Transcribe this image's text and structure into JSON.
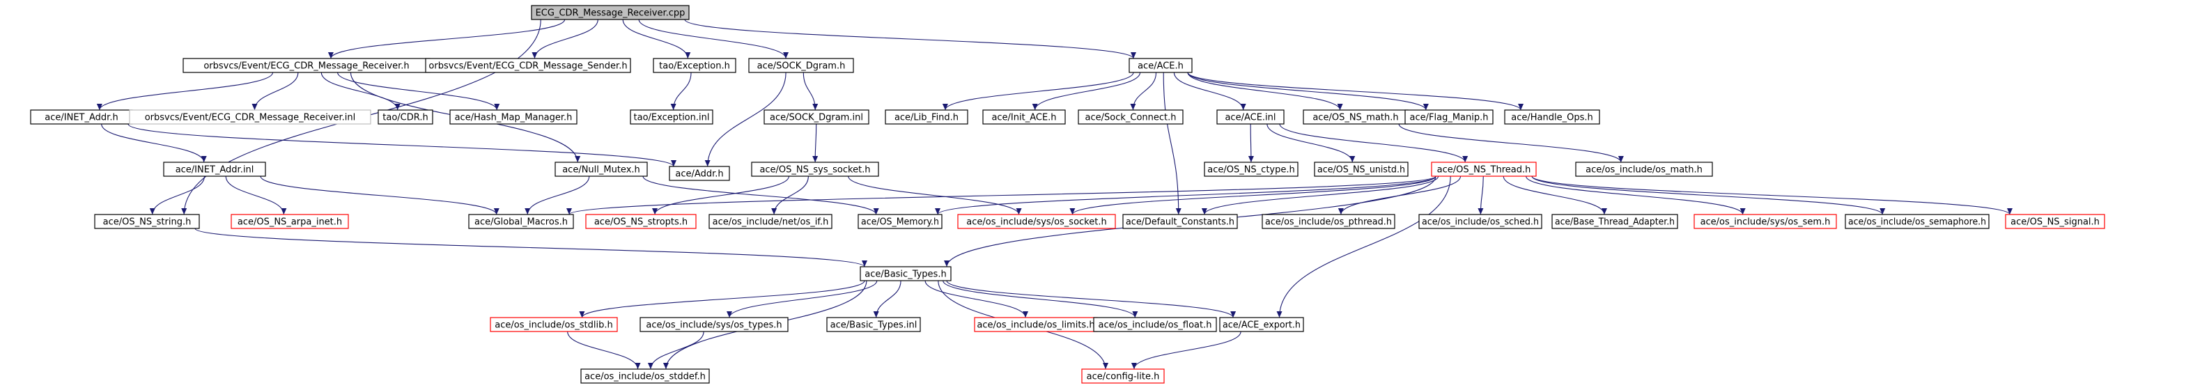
{
  "colors": {
    "background": "#ffffff",
    "edge": "#191970",
    "node_border": "#000000",
    "missing_border": "#ff0000",
    "root_fill": "#bfbfbf",
    "root_border": "#000000",
    "file_fill": "#ffffff",
    "plain_border": "#bfbfbf"
  },
  "nodes": [
    {
      "id": "root",
      "label": "ECG_CDR_Message_Receiver.cpp",
      "style": "root"
    },
    {
      "id": "recvh",
      "label": "orbsvcs/Event/ECG_CDR_Message_Receiver.h",
      "style": "normal"
    },
    {
      "id": "sendh",
      "label": "orbsvcs/Event/ECG_CDR_Message_Sender.h",
      "style": "normal"
    },
    {
      "id": "taoexc",
      "label": "tao/Exception.h",
      "style": "normal"
    },
    {
      "id": "sockdg",
      "label": "ace/SOCK_Dgram.h",
      "style": "normal"
    },
    {
      "id": "aceh",
      "label": "ace/ACE.h",
      "style": "normal"
    },
    {
      "id": "inet",
      "label": "ace/INET_Addr.h",
      "style": "normal"
    },
    {
      "id": "recvinl",
      "label": "orbsvcs/Event/ECG_CDR_Message_Receiver.inl",
      "style": "plain"
    },
    {
      "id": "cdr",
      "label": "tao/CDR.h",
      "style": "normal"
    },
    {
      "id": "hashmap",
      "label": "ace/Hash_Map_Manager.h",
      "style": "normal"
    },
    {
      "id": "taoexcinl",
      "label": "tao/Exception.inl",
      "style": "normal"
    },
    {
      "id": "sockdginl",
      "label": "ace/SOCK_Dgram.inl",
      "style": "normal"
    },
    {
      "id": "libfind",
      "label": "ace/Lib_Find.h",
      "style": "normal"
    },
    {
      "id": "initace",
      "label": "ace/Init_ACE.h",
      "style": "normal"
    },
    {
      "id": "sockconn",
      "label": "ace/Sock_Connect.h",
      "style": "normal"
    },
    {
      "id": "aceinl",
      "label": "ace/ACE.inl",
      "style": "normal"
    },
    {
      "id": "osnsmath",
      "label": "ace/OS_NS_math.h",
      "style": "normal"
    },
    {
      "id": "flagmanip",
      "label": "ace/Flag_Manip.h",
      "style": "normal"
    },
    {
      "id": "handleops",
      "label": "ace/Handle_Ops.h",
      "style": "normal"
    },
    {
      "id": "inetinl",
      "label": "ace/INET_Addr.inl",
      "style": "normal"
    },
    {
      "id": "nullmutex",
      "label": "ace/Null_Mutex.h",
      "style": "normal"
    },
    {
      "id": "addr",
      "label": "ace/Addr.h",
      "style": "normal"
    },
    {
      "id": "sockdgsys",
      "label": "ace/OS_NS_sys_socket.h",
      "style": "normal"
    },
    {
      "id": "ctype",
      "label": "ace/OS_NS_ctype.h",
      "style": "normal"
    },
    {
      "id": "unistd",
      "label": "ace/OS_NS_unistd.h",
      "style": "normal"
    },
    {
      "id": "thread",
      "label": "ace/OS_NS_Thread.h",
      "style": "missing"
    },
    {
      "id": "osmath",
      "label": "ace/os_include/os_math.h",
      "style": "normal"
    },
    {
      "id": "osnsstring",
      "label": "ace/OS_NS_string.h",
      "style": "normal"
    },
    {
      "id": "arpainet",
      "label": "ace/OS_NS_arpa_inet.h",
      "style": "missing"
    },
    {
      "id": "globalmacros",
      "label": "ace/Global_Macros.h",
      "style": "normal"
    },
    {
      "id": "stropts",
      "label": "ace/OS_NS_stropts.h",
      "style": "missing"
    },
    {
      "id": "osif",
      "label": "ace/os_include/net/os_if.h",
      "style": "normal"
    },
    {
      "id": "osmemory",
      "label": "ace/OS_Memory.h",
      "style": "normal"
    },
    {
      "id": "syssocket",
      "label": "ace/os_include/sys/os_socket.h",
      "style": "missing"
    },
    {
      "id": "defconst",
      "label": "ace/Default_Constants.h",
      "style": "normal"
    },
    {
      "id": "pthread",
      "label": "ace/os_include/os_pthread.h",
      "style": "normal"
    },
    {
      "id": "sched",
      "label": "ace/os_include/os_sched.h",
      "style": "normal"
    },
    {
      "id": "basethread",
      "label": "ace/Base_Thread_Adapter.h",
      "style": "normal"
    },
    {
      "id": "syssem",
      "label": "ace/os_include/sys/os_sem.h",
      "style": "missing"
    },
    {
      "id": "semaphore",
      "label": "ace/os_include/os_semaphore.h",
      "style": "normal"
    },
    {
      "id": "signal",
      "label": "ace/OS_NS_signal.h",
      "style": "missing"
    },
    {
      "id": "basictypes",
      "label": "ace/Basic_Types.h",
      "style": "normal"
    },
    {
      "id": "stdlib",
      "label": "ace/os_include/os_stdlib.h",
      "style": "missing"
    },
    {
      "id": "systypes",
      "label": "ace/os_include/sys/os_types.h",
      "style": "normal"
    },
    {
      "id": "basictypesinl",
      "label": "ace/Basic_Types.inl",
      "style": "normal"
    },
    {
      "id": "limits",
      "label": "ace/os_include/os_limits.h",
      "style": "missing"
    },
    {
      "id": "float",
      "label": "ace/os_include/os_float.h",
      "style": "normal"
    },
    {
      "id": "aceexport",
      "label": "ace/ACE_export.h",
      "style": "normal"
    },
    {
      "id": "stddef",
      "label": "ace/os_include/os_stddef.h",
      "style": "normal"
    },
    {
      "id": "configlite",
      "label": "ace/config-lite.h",
      "style": "missing"
    }
  ],
  "edges": [
    [
      "root",
      "recvh"
    ],
    [
      "root",
      "sendh"
    ],
    [
      "root",
      "taoexc"
    ],
    [
      "root",
      "sockdg"
    ],
    [
      "root",
      "aceh"
    ],
    [
      "root",
      "osnsstring"
    ],
    [
      "recvh",
      "inet"
    ],
    [
      "recvh",
      "recvinl"
    ],
    [
      "recvh",
      "cdr"
    ],
    [
      "recvh",
      "hashmap"
    ],
    [
      "recvh",
      "nullmutex"
    ],
    [
      "taoexc",
      "taoexcinl"
    ],
    [
      "sockdg",
      "sockdginl"
    ],
    [
      "sockdg",
      "addr"
    ],
    [
      "aceh",
      "libfind"
    ],
    [
      "aceh",
      "initace"
    ],
    [
      "aceh",
      "sockconn"
    ],
    [
      "aceh",
      "aceinl"
    ],
    [
      "aceh",
      "osnsmath"
    ],
    [
      "aceh",
      "flagmanip"
    ],
    [
      "aceh",
      "handleops"
    ],
    [
      "aceh",
      "defconst"
    ],
    [
      "inet",
      "inetinl"
    ],
    [
      "inet",
      "addr"
    ],
    [
      "sockdginl",
      "sockdgsys"
    ],
    [
      "aceinl",
      "ctype"
    ],
    [
      "aceinl",
      "unistd"
    ],
    [
      "aceinl",
      "thread"
    ],
    [
      "osnsmath",
      "osmath"
    ],
    [
      "inetinl",
      "osnsstring"
    ],
    [
      "inetinl",
      "arpainet"
    ],
    [
      "inetinl",
      "globalmacros"
    ],
    [
      "nullmutex",
      "globalmacros"
    ],
    [
      "nullmutex",
      "osmemory"
    ],
    [
      "sockdgsys",
      "stropts"
    ],
    [
      "sockdgsys",
      "osif"
    ],
    [
      "sockdgsys",
      "syssocket"
    ],
    [
      "thread",
      "globalmacros"
    ],
    [
      "thread",
      "osmemory"
    ],
    [
      "thread",
      "syssocket"
    ],
    [
      "thread",
      "defconst"
    ],
    [
      "thread",
      "pthread"
    ],
    [
      "thread",
      "sched"
    ],
    [
      "thread",
      "basethread"
    ],
    [
      "thread",
      "syssem"
    ],
    [
      "thread",
      "semaphore"
    ],
    [
      "thread",
      "signal"
    ],
    [
      "thread",
      "basictypes"
    ],
    [
      "thread",
      "aceexport"
    ],
    [
      "osnsstring",
      "basictypes"
    ],
    [
      "basictypes",
      "stdlib"
    ],
    [
      "basictypes",
      "systypes"
    ],
    [
      "basictypes",
      "basictypesinl"
    ],
    [
      "basictypes",
      "limits"
    ],
    [
      "basictypes",
      "float"
    ],
    [
      "basictypes",
      "aceexport"
    ],
    [
      "basictypes",
      "stddef"
    ],
    [
      "basictypes",
      "configlite"
    ],
    [
      "stdlib",
      "stddef"
    ],
    [
      "systypes",
      "stddef"
    ],
    [
      "aceexport",
      "configlite"
    ]
  ]
}
